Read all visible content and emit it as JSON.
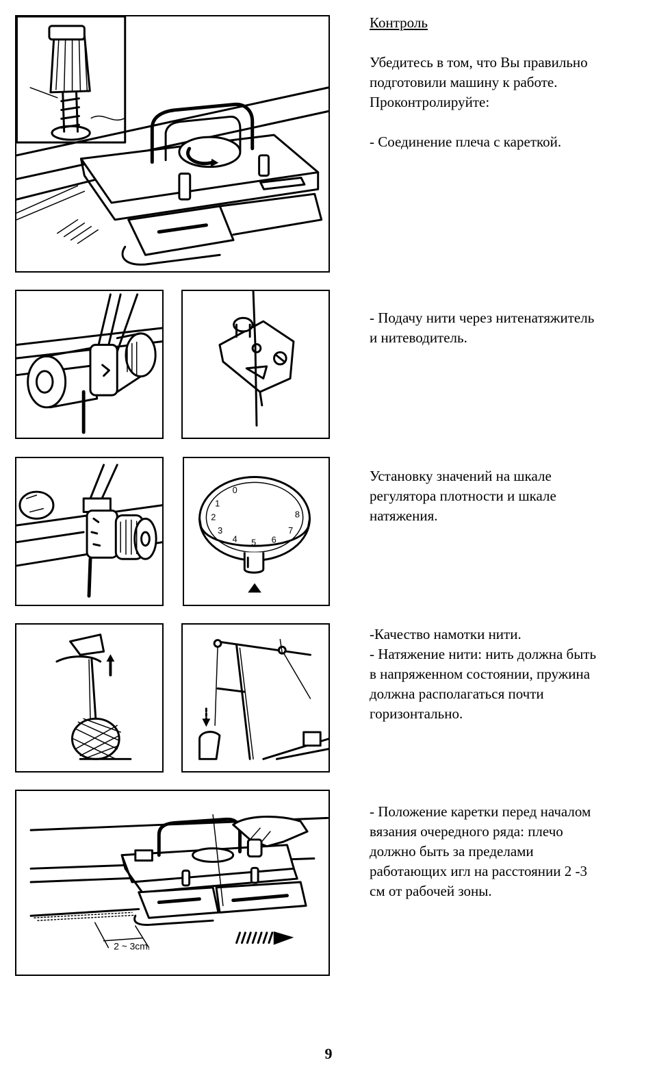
{
  "section": {
    "heading": "Контроль",
    "intro_line1": "Убедитесь в том, что Вы правильно",
    "intro_line2": "подготовили машину к работе.",
    "intro_line3": "Проконтролируйте:"
  },
  "checks": {
    "arm_connection": "- Соединение плеча с кареткой.",
    "thread_feed": [
      "- Подачу нити через нитенатяжитель",
      "и нитеводитель."
    ],
    "dial_settings": [
      "Установку значений на шкале",
      "регулятора плотности и шкале",
      "натяжения."
    ],
    "thread_quality": [
      "-Качество намотки нити.",
      "- Натяжение нити: нить должна быть",
      "в напряженном состоянии, пружина",
      "должна располагаться почти",
      "горизонтально."
    ],
    "carriage_position": [
      "- Положение каретки перед началом",
      "вязания очередного ряда: плечо",
      "должно быть за пределами",
      "работающих игл на расстоянии 2 -3",
      "см от рабочей зоны."
    ]
  },
  "figures": {
    "dial_numbers": [
      "0",
      "1",
      "2",
      "3",
      "4",
      "5",
      "6",
      "7",
      "8"
    ],
    "distance_label": "2 ~ 3cm."
  },
  "page_number": "9"
}
